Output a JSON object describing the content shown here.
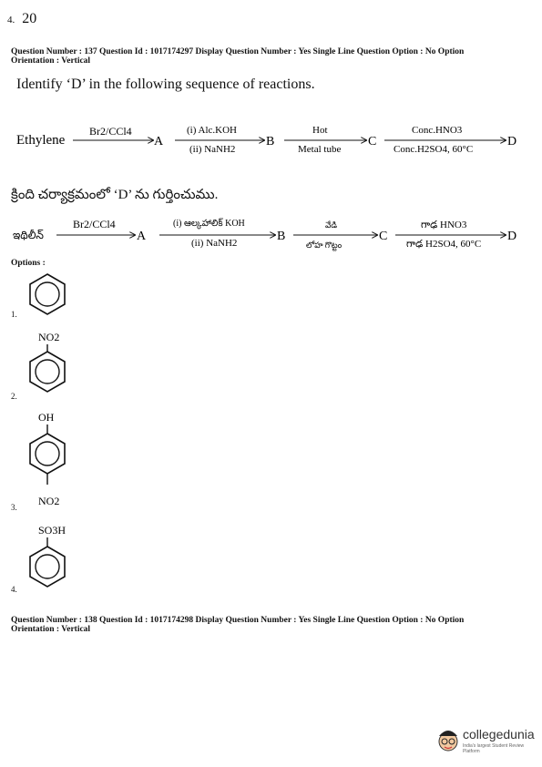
{
  "previous_answer": {
    "number": "4.",
    "value": "20"
  },
  "q137": {
    "meta_line1": "Question Number : 137 Question Id : 1017174297 Display Question Number : Yes Single Line Question Option : No Option",
    "meta_line2": "Orientation : Vertical",
    "text_en": "Identify ‘D’ in the following sequence of reactions.",
    "reaction_en": {
      "start": "Ethylene",
      "step1_top": "Br2/CCl4",
      "A": "A",
      "step2_top": "(i) Alc.KOH",
      "step2_bottom": "(ii) NaNH2",
      "B": "B",
      "step3_top": "Hot",
      "step3_bottom": "Metal tube",
      "C": "C",
      "step4_top": "Conc.HNO3",
      "step4_bottom": "Conc.H2SO4, 60°C",
      "D": "D"
    },
    "text_te": "క్రింది చర్యాక్రమంలో ‘D’ ను గుర్తించుము.",
    "reaction_te": {
      "start": "ఇథిలీన్",
      "step1_top": "Br2/CCl4",
      "A": "A",
      "step2_top": "(i) ఆల్కహాలిక్ KOH",
      "step2_bottom": "(ii) NaNH2",
      "B": "B",
      "step3_top": "వేడి",
      "step3_bottom": "లోహ గొట్టం",
      "C": "C",
      "step4_top": "గాఢ HNO3",
      "step4_bottom": "గాఢ H2SO4, 60°C",
      "D": "D"
    },
    "options_label": "Options :",
    "options": [
      {
        "number": "1.",
        "structure": "benzene"
      },
      {
        "number": "2.",
        "structure": "nitrobenzene",
        "sub_top": "NO2"
      },
      {
        "number": "3.",
        "structure": "4-nitrophenol",
        "sub_top": "OH",
        "sub_bottom": "NO2"
      },
      {
        "number": "4.",
        "structure": "benzenesulfonic acid",
        "sub_top": "SO3H"
      }
    ]
  },
  "q138": {
    "meta_line1": "Question Number : 138 Question Id : 1017174298 Display Question Number : Yes Single Line Question Option : No Option",
    "meta_line2": "Orientation : Vertical"
  },
  "logo": {
    "name": "collegedunia",
    "tagline": "India's largest Student Review Platform"
  }
}
